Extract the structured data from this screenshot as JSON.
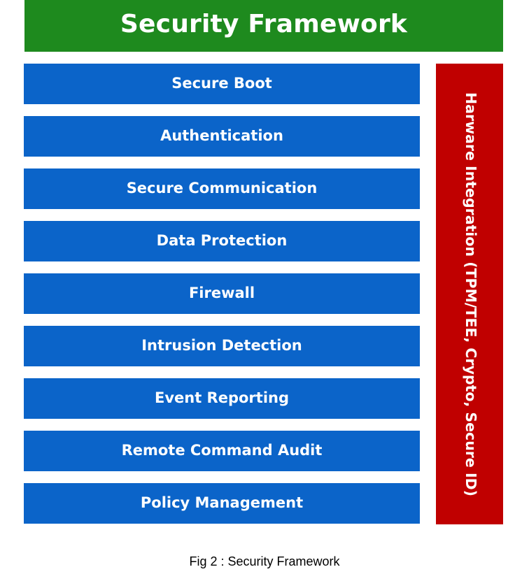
{
  "diagram": {
    "title": "Security Framework",
    "layers": [
      {
        "label": "Secure Boot"
      },
      {
        "label": "Authentication"
      },
      {
        "label": "Secure Communication"
      },
      {
        "label": "Data Protection"
      },
      {
        "label": "Firewall"
      },
      {
        "label": "Intrusion Detection"
      },
      {
        "label": "Event Reporting"
      },
      {
        "label": "Remote Command Audit"
      },
      {
        "label": "Policy Management"
      }
    ],
    "side_panel": {
      "label": "Harware Integration (TPM/TEE, Crypto, Secure ID)"
    },
    "caption": "Fig 2 : Security Framework"
  },
  "colors": {
    "header": "#1e8a1e",
    "layer": "#0b64c9",
    "side_panel": "#c00000",
    "text": "#ffffff"
  }
}
